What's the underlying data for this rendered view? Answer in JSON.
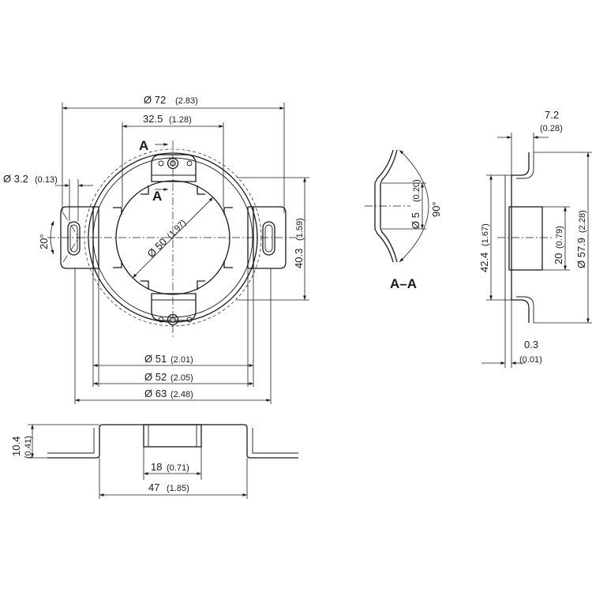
{
  "dimensions": {
    "d72": "Ø 72",
    "d72_in": "(2.83)",
    "d32_5": "32.5",
    "d32_5_in": "(1.28)",
    "d3_2": "Ø 3.2",
    "d3_2_in": "(0.13)",
    "a20": "20°",
    "d50": "Ø 50",
    "d50_in": "(1.97)",
    "d40_3": "40.3",
    "d40_3_in": "(1.59)",
    "d51": "Ø 51",
    "d51_in": "(2.01)",
    "d52": "Ø 52",
    "d52_in": "(2.05)",
    "d63": "Ø 63",
    "d63_in": "(2.48)",
    "d5": "Ø 5",
    "d5_in": "(0.20)",
    "a90": "90°",
    "d7_2": "7.2",
    "d7_2_in": "(0.28)",
    "d42_4": "42.4",
    "d42_4_in": "(1.67)",
    "d20": "20",
    "d20_in": "(0.79)",
    "d57_9": "Ø 57.9",
    "d57_9_in": "(2.28)",
    "d0_3": "0.3",
    "d0_3_in": "(0.01)",
    "d10_4": "10.4",
    "d10_4_in": "(0.41)",
    "d18": "18",
    "d18_in": "(0.71)",
    "d47": "47",
    "d47_in": "(1.85)"
  },
  "labels": {
    "section_a_top": "A",
    "section_a_bottom": "A",
    "section_title": "A–A"
  }
}
